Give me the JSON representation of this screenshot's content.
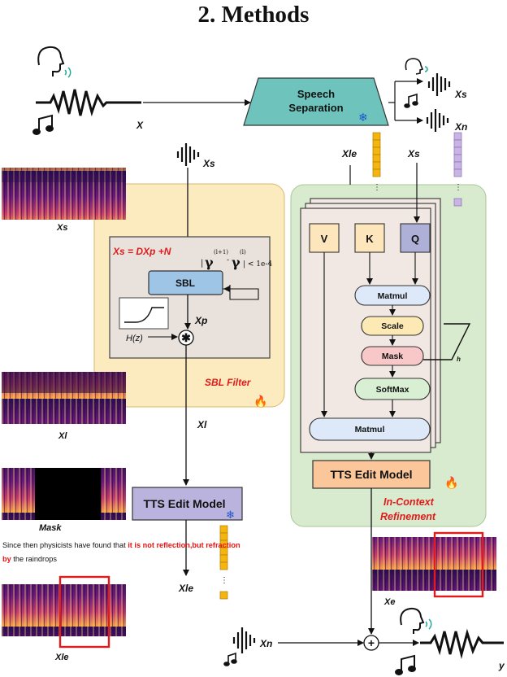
{
  "heading": "2.   Methods",
  "labels": {
    "x": "X",
    "xs_top": "Xs",
    "xn_top": "Xn",
    "xs_mid": "Xs",
    "xs_spec": "Xs",
    "xle_top": "Xle",
    "xs_attn": "Xs",
    "xp": "Xp",
    "hz": "H(z)",
    "xl_spec": "Xl",
    "xl_mid": "Xl",
    "mask_spec": "Mask",
    "xle_bottom": "Xle",
    "xle_spec": "Xle",
    "xe": "Xe",
    "xn_bottom": "Xn",
    "y": "y",
    "h": "h"
  },
  "boxes": {
    "speech_separation_1": "Speech",
    "speech_separation_2": "Separation",
    "sbl": "SBL",
    "tts_edit_left": "TTS Edit Model",
    "tts_edit_right": "TTS Edit Model",
    "v": "V",
    "k": "K",
    "q": "Q",
    "matmul_top": "Matmul",
    "scale": "Scale",
    "mask": "Mask",
    "softmax": "SoftMax",
    "matmul_bottom": "Matmul"
  },
  "equations": {
    "model": "Xs = DXp +N",
    "convergence": "|γ(l+1)- γ(l)| < 1e-4",
    "gamma_prefix": "|",
    "gamma": "γ",
    "sup_next": "(l+1)",
    "minus": "-",
    "sup_cur": "(l)",
    "threshold": "| < 1e-4"
  },
  "section_titles": {
    "sbl_filter": "SBL Filter",
    "icr_1": "In-Context",
    "icr_2": "Refinement"
  },
  "caption": {
    "part1": "Since then physicists have found that ",
    "highlight": "it is not reflection,but refraction by",
    "part2": " the raindrops"
  },
  "colors": {
    "sbl_panel": "#fcebbf",
    "icr_panel": "#d9ebcf",
    "speech_sep": "#6ec4bd",
    "sbl_box": "#9fc5e6",
    "tts_left": "#b9b3de",
    "tts_right": "#fbc79a",
    "kv_box": "#fde6bb",
    "q_box": "#aeb0d8",
    "matmul_box": "#dde8f8",
    "scale_box": "#fde9b3",
    "mask_box": "#f8c8c8",
    "softmax_box": "#d9efd3",
    "token_yellow": "#f5b511",
    "token_purple": "#c9b5e4",
    "accent_red": "#e01b1b"
  }
}
